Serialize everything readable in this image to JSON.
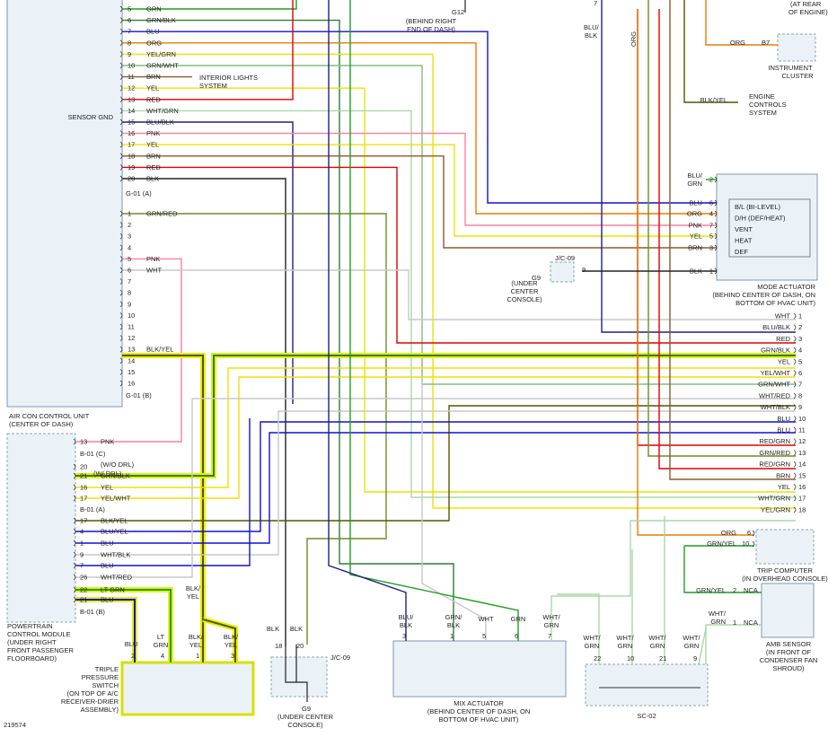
{
  "figure_id": "219574",
  "colors": {
    "GRN": "#1e9e1e",
    "BLU": "#1010d0",
    "ORG": "#f07800",
    "YEL": "#f0e000",
    "GRN/WHT": "#7fbf7f",
    "BRN": "#8b5a2b",
    "RED": "#e00000",
    "WHT/GRN": "#a8d8a8",
    "BLU/BLK": "#202080",
    "PNK": "#ff7f9f",
    "BLK": "#222222",
    "GRN/RED": "#6b8e23",
    "WHT": "#c8c8c8",
    "GRN/BLK": "#2e7d32",
    "BLK/YEL": "#555500",
    "highlight": "#e8f000"
  },
  "components": {
    "aircon": {
      "title1": "AIR CON CONTROL UNIT",
      "title2": "(CENTER OF DASH)",
      "sensor_gnd": "SENSOR GND"
    },
    "pcm": {
      "l1": "POWERTRAIN",
      "l2": "CONTROL MODULE",
      "l3": "(UNDER RIGHT",
      "l4": "FRONT PASSENGER",
      "l5": "FLOORBOARD)"
    },
    "tps": {
      "l1": "TRIPLE",
      "l2": "PRESSURE",
      "l3": "SWITCH",
      "l4": "(ON TOP OF A/C",
      "l5": "RECEIVER-DRIER",
      "l6": "ASSEMBLY)"
    },
    "mode": {
      "l1": "MODE ACTUATOR",
      "l2": "(BEHIND CENTER OF DASH, ON",
      "l3": "BOTTOM OF HVAC UNIT)",
      "m1": "B/L (BI-LEVEL)",
      "m2": "D/H (DEF/HEAT)",
      "m3": "VENT",
      "m4": "HEAT",
      "m5": "DEF"
    },
    "mix": {
      "l1": "MIX ACTUATOR",
      "l2": "(BEHIND CENTER OF DASH, ON",
      "l3": "BOTTOM OF HVAC UNIT)"
    },
    "trip": {
      "l1": "TRIP COMPUTER",
      "l2": "(IN OVERHEAD CONSOLE)"
    },
    "amb": {
      "l1": "AMB SENSOR",
      "l2": "(IN FRONT OF",
      "l3": "CONDENSER FAN",
      "l4": "SHROUD)",
      "nca": "NCA"
    },
    "cluster": {
      "l1": "INSTRUMENT",
      "l2": "CLUSTER",
      "pin": "B7"
    },
    "ecs": {
      "l1": "ENGINE",
      "l2": "CONTROLS",
      "l3": "SYSTEM"
    },
    "ils": {
      "l1": "INTERIOR LIGHTS",
      "l2": "SYSTEM"
    },
    "rear": {
      "l1": "(AT REAR",
      "l2": "OF ENGINE)"
    },
    "g12": {
      "name": "G12",
      "l1": "(BEHIND RIGHT",
      "l2": "END OF DASH)"
    },
    "g9a": {
      "name": "G9",
      "l1": "(UNDER",
      "l2": "CENTER",
      "l3": "CONSOLE)"
    },
    "g9b": {
      "name": "G9",
      "l1": "(UNDER CENTER",
      "l2": "CONSOLE)"
    },
    "jc": "J/C-09",
    "sc": "SC-02",
    "conn": {
      "g01a": "G-01 (A)",
      "g01b": "G-01 (B)",
      "b01c": "B-01 (C)",
      "b01a": "B-01 (A)",
      "b01b": "B-01 (B)",
      "wo_drl": "(W/O DRL)",
      "w_drl": "(W/ DRL)"
    }
  },
  "acu_pins": [
    {
      "n": "5",
      "c": "GRN"
    },
    {
      "n": "6",
      "c": "GRN/BLK"
    },
    {
      "n": "7",
      "c": "BLU"
    },
    {
      "n": "8",
      "c": "ORG"
    },
    {
      "n": "9",
      "c": "YEL/GRN"
    },
    {
      "n": "10",
      "c": "GRN/WHT"
    },
    {
      "n": "11",
      "c": "BRN"
    },
    {
      "n": "12",
      "c": "YEL"
    },
    {
      "n": "13",
      "c": "RED"
    },
    {
      "n": "14",
      "c": "WHT/GRN"
    },
    {
      "n": "15",
      "c": "BLU/BLK"
    },
    {
      "n": "16",
      "c": "PNK"
    },
    {
      "n": "17",
      "c": "YEL"
    },
    {
      "n": "18",
      "c": "BRN"
    },
    {
      "n": "19",
      "c": "RED"
    },
    {
      "n": "20",
      "c": "BLK"
    },
    {
      "n": "1",
      "c": "GRN/RED"
    },
    {
      "n": "2",
      "c": ""
    },
    {
      "n": "3",
      "c": ""
    },
    {
      "n": "4",
      "c": ""
    },
    {
      "n": "5",
      "c": "PNK"
    },
    {
      "n": "6",
      "c": "WHT"
    },
    {
      "n": "7",
      "c": ""
    },
    {
      "n": "8",
      "c": ""
    },
    {
      "n": "9",
      "c": ""
    },
    {
      "n": "10",
      "c": ""
    },
    {
      "n": "11",
      "c": ""
    },
    {
      "n": "12",
      "c": ""
    },
    {
      "n": "13",
      "c": "BLK/YEL"
    },
    {
      "n": "14",
      "c": ""
    },
    {
      "n": "15",
      "c": ""
    },
    {
      "n": "16",
      "c": ""
    }
  ],
  "pcm_pins": [
    {
      "n": "13",
      "c": "PNK"
    },
    {
      "n": "20",
      "c": ""
    },
    {
      "n": "21",
      "c": "GRN/BLK"
    },
    {
      "n": "16",
      "c": "YEL"
    },
    {
      "n": "17",
      "c": "YEL/WHT"
    },
    {
      "n": "17",
      "c": "BLK/YEL"
    },
    {
      "n": "4",
      "c": "BLU/YEL"
    },
    {
      "n": "1",
      "c": "BLU"
    },
    {
      "n": "9",
      "c": "WHT/BLK"
    },
    {
      "n": "7",
      "c": "BLU"
    },
    {
      "n": "26",
      "c": "WHT/RED"
    },
    {
      "n": "22",
      "c": "LT GRN"
    },
    {
      "n": "21",
      "c": "BLU"
    }
  ],
  "right_side": [
    {
      "n": "1",
      "c": "WHT"
    },
    {
      "n": "2",
      "c": "BLU/BLK"
    },
    {
      "n": "3",
      "c": "RED"
    },
    {
      "n": "4",
      "c": "GRN/BLK"
    },
    {
      "n": "5",
      "c": "YEL"
    },
    {
      "n": "6",
      "c": "YEL/WHT"
    },
    {
      "n": "7",
      "c": "GRN/WHT"
    },
    {
      "n": "8",
      "c": "WHT/RED"
    },
    {
      "n": "9",
      "c": "WHT/BLK"
    },
    {
      "n": "10",
      "c": "BLU"
    },
    {
      "n": "11",
      "c": "BLU"
    },
    {
      "n": "12",
      "c": "RED/GRN"
    },
    {
      "n": "13",
      "c": "GRN/RED"
    },
    {
      "n": "14",
      "c": "RED/GRN"
    },
    {
      "n": "15",
      "c": "BRN"
    },
    {
      "n": "16",
      "c": "YEL"
    },
    {
      "n": "17",
      "c": "WHT/GRN"
    },
    {
      "n": "18",
      "c": "YEL/GRN"
    }
  ],
  "mode_pins": [
    {
      "n": "2",
      "c": "BLU/",
      "c2": "GRN"
    },
    {
      "n": "6",
      "c": "BLU"
    },
    {
      "n": "4",
      "c": "ORG"
    },
    {
      "n": "7",
      "c": "PNK"
    },
    {
      "n": "5",
      "c": "YEL"
    },
    {
      "n": "3",
      "c": "BRN"
    },
    {
      "n": "1",
      "c": "BLK"
    }
  ],
  "top_labels": {
    "blu_blk_a": "BLU/",
    "blu_blk_b": "BLK",
    "org": "ORG",
    "org_b7": "ORG",
    "blk_yel": "BLK/YEL",
    "pin7": "7"
  },
  "trip_pins": [
    {
      "n": "6",
      "c": "ORG"
    },
    {
      "n": "10",
      "c": "GRN/YEL"
    }
  ],
  "amb_pins": [
    {
      "n": "2",
      "c": "GRN/YEL"
    },
    {
      "n": "1",
      "c": "WHT/",
      "c2": "GRN"
    }
  ],
  "mix_pins": [
    {
      "n": "3",
      "c": "BLU/",
      "c2": "BLK"
    },
    {
      "n": "1",
      "c": "GRN/",
      "c2": "BLK"
    },
    {
      "n": "5",
      "c": "WHT"
    },
    {
      "n": "6",
      "c": "GRN"
    },
    {
      "n": "7",
      "c": "WHT/",
      "c2": "GRN"
    }
  ],
  "sc_pins": [
    {
      "n": "22",
      "c": "WHT/",
      "c2": "GRN"
    },
    {
      "n": "10",
      "c": "WHT/",
      "c2": "GRN"
    },
    {
      "n": "21",
      "c": "WHT/",
      "c2": "GRN"
    },
    {
      "n": "9",
      "c": "WHT/",
      "c2": "GRN"
    }
  ],
  "tps_pins": [
    {
      "n": "2",
      "c": "BLU"
    },
    {
      "n": "4",
      "c": "LT",
      "c2": "GRN"
    },
    {
      "n": "1",
      "c": "BLK/",
      "c2": "YEL"
    },
    {
      "n": "3",
      "c": "BLK/",
      "c2": "YEL"
    }
  ],
  "jc_pins": [
    {
      "n": "18",
      "c": "BLK"
    },
    {
      "n": "20",
      "c": "BLK"
    },
    {
      "n": "9",
      "c": ""
    }
  ],
  "mid_labels": {
    "blk_yel_a": "BLK/",
    "blk_yel_b": "YEL"
  }
}
